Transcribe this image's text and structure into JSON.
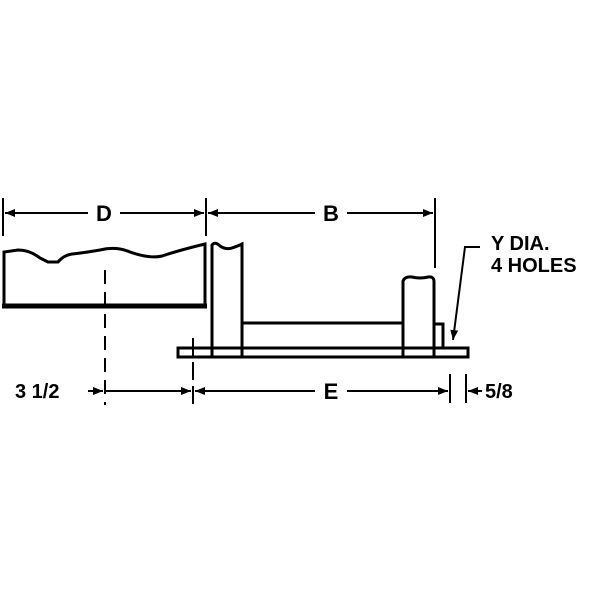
{
  "dimensions": {
    "d": "D",
    "b": "B",
    "e": "E",
    "offset": "3 1/2",
    "edge": "5/8"
  },
  "callout": {
    "line1": "Y DIA.",
    "line2": "4 HOLES"
  },
  "colors": {
    "ink": "#000000",
    "background": "#ffffff"
  }
}
